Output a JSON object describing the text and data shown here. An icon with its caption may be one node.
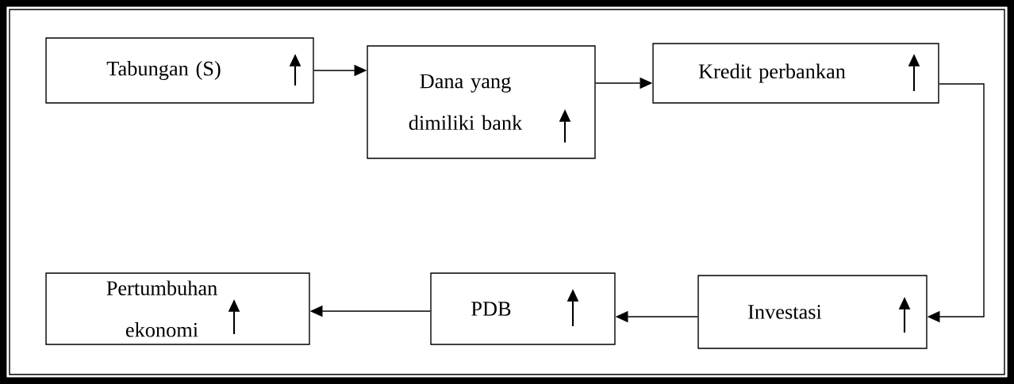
{
  "diagram": {
    "nodes": [
      {
        "text": [
          "Tabungan (S)"
        ]
      },
      {
        "text": [
          "Dana yang dimiliki bank"
        ]
      },
      {
        "text": [
          "Kredit perbankan"
        ]
      },
      {
        "text": [
          "Investasi"
        ]
      },
      {
        "text": [
          "PDB"
        ]
      },
      {
        "text": [
          "Pertumbuhan ekonomi"
        ]
      }
    ],
    "edges": [
      {
        "from": 0,
        "to": 1,
        "arrow": "to"
      },
      {
        "from": 1,
        "to": 2,
        "arrow": "to"
      },
      {
        "from": 2,
        "to": 3,
        "arrow": "to"
      },
      {
        "from": 3,
        "to": 4,
        "arrow": "to"
      },
      {
        "from": 4,
        "to": 5,
        "arrow": "to"
      }
    ]
  }
}
